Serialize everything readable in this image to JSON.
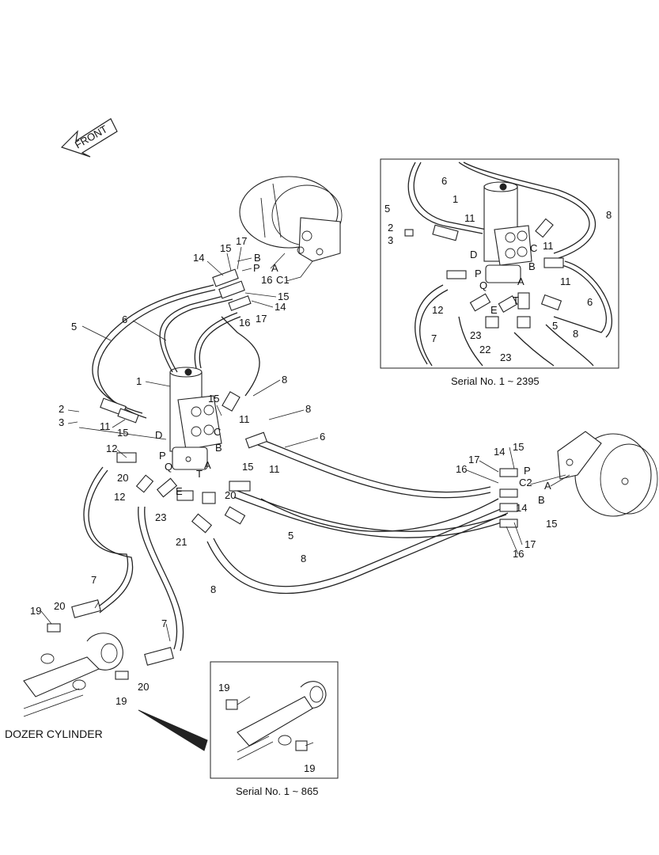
{
  "front_arrow": {
    "label": "FRONT"
  },
  "captions": {
    "dozer_cylinder": "DOZER CYLINDER",
    "inset_top_serial": "Serial No. 1 ~ 2395",
    "inset_bottom_serial": "Serial No. 1 ~ 865"
  },
  "labels": {
    "l1": "1",
    "l2": "2",
    "l3": "3",
    "l5": "5",
    "l6": "6",
    "l7a": "7",
    "l7b": "7",
    "l8a": "8",
    "l8b": "8",
    "l8c": "8",
    "l8d": "8",
    "l11a": "11",
    "l11b": "11",
    "l11c": "11",
    "l12a": "12",
    "l12b": "12",
    "l14a": "14",
    "l14b": "14",
    "l14c": "14",
    "l14d": "14",
    "l15a": "15",
    "l15b": "15",
    "l15c": "15",
    "l15d": "15",
    "l15e": "15",
    "l15f": "15",
    "l15g": "15",
    "l16a": "16",
    "l16b": "16",
    "l16c": "16",
    "l16d": "16",
    "l17a": "17",
    "l17b": "17",
    "l17c": "17",
    "l17d": "17",
    "l19a": "19",
    "l19b": "19",
    "l20a": "20",
    "l20b": "20",
    "l20c": "20",
    "l20d": "20",
    "l21": "21",
    "l23": "23",
    "l5b": "5",
    "l6b": "6",
    "B1": "B",
    "P1": "P",
    "A1": "A",
    "C1": "C1",
    "D1": "D",
    "C": "C",
    "B2": "B",
    "P2": "P",
    "Q1": "Q",
    "T1": "T",
    "A2": "A",
    "E1": "E",
    "P3": "P",
    "C2": "C2",
    "A3": "A",
    "B3": "B"
  },
  "inset_top_labels": {
    "i6": "6",
    "i1": "1",
    "i5": "5",
    "i8": "8",
    "i11a": "11",
    "i2": "2",
    "i3": "3",
    "i11b": "11",
    "iC": "C",
    "iD": "D",
    "iB": "B",
    "iP": "P",
    "iQ": "Q",
    "iA": "A",
    "i11c": "11",
    "i6b": "6",
    "i12": "12",
    "iT": "T",
    "iE": "E",
    "i7": "7",
    "i23a": "23",
    "i22": "22",
    "i5b": "5",
    "i8b": "8",
    "i23b": "23"
  },
  "inset_bottom_labels": {
    "b19a": "19",
    "b19b": "19"
  }
}
